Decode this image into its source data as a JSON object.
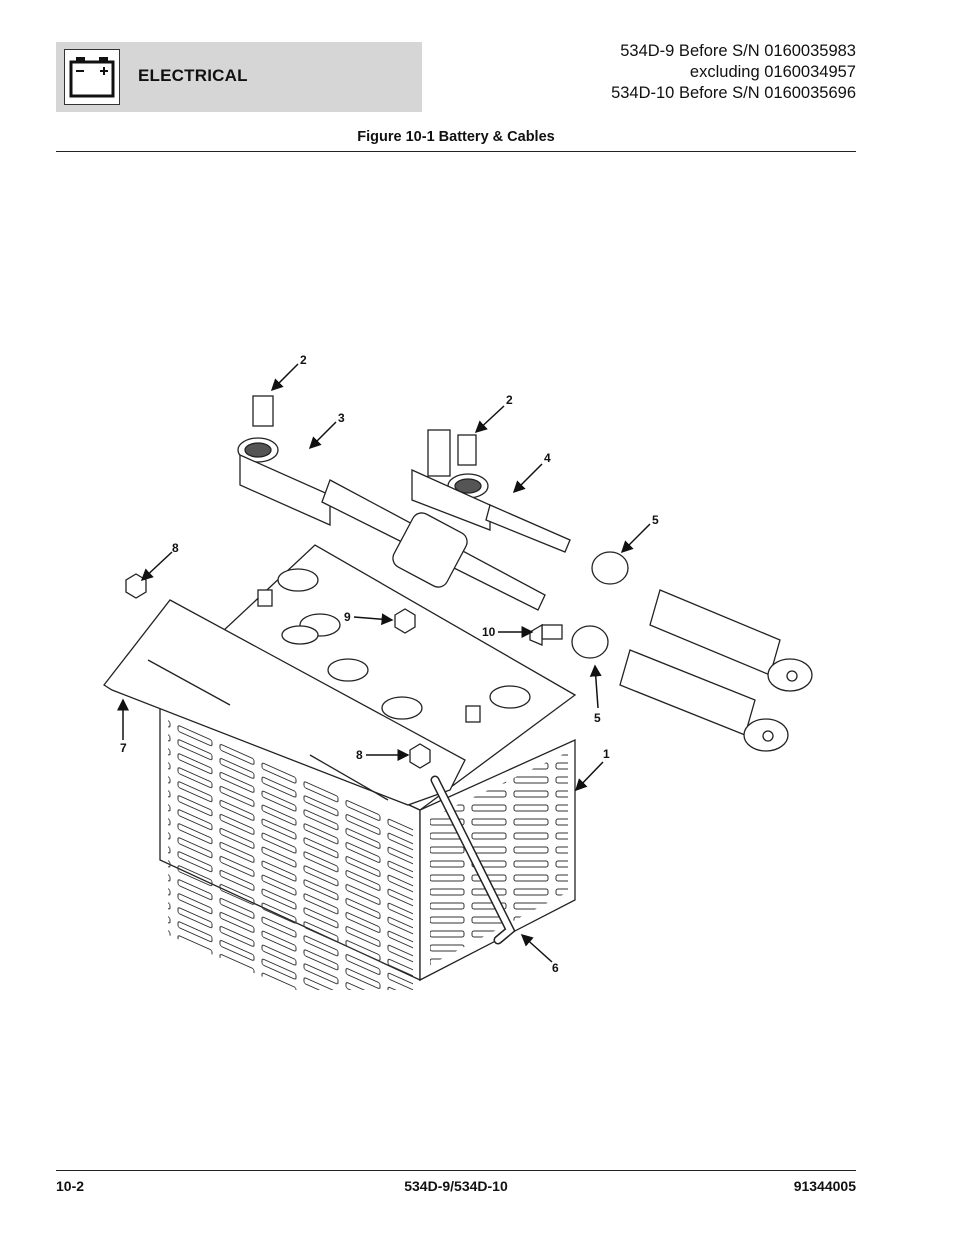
{
  "header": {
    "section_title": "ELECTRICAL",
    "serial_lines": [
      "534D-9 Before S/N 0160035983",
      "excluding 0160034957",
      "534D-10 Before S/N 0160035696"
    ]
  },
  "figure": {
    "title": "Figure 10-1 Battery & Cables",
    "callouts": [
      "2",
      "3",
      "2",
      "4",
      "5",
      "8",
      "9",
      "10",
      "5",
      "7",
      "8",
      "1",
      "6"
    ]
  },
  "footer": {
    "page_number": "10-2",
    "model": "534D-9/534D-10",
    "doc_number": "91344005"
  },
  "icons": {
    "header_icon": "battery-icon"
  }
}
